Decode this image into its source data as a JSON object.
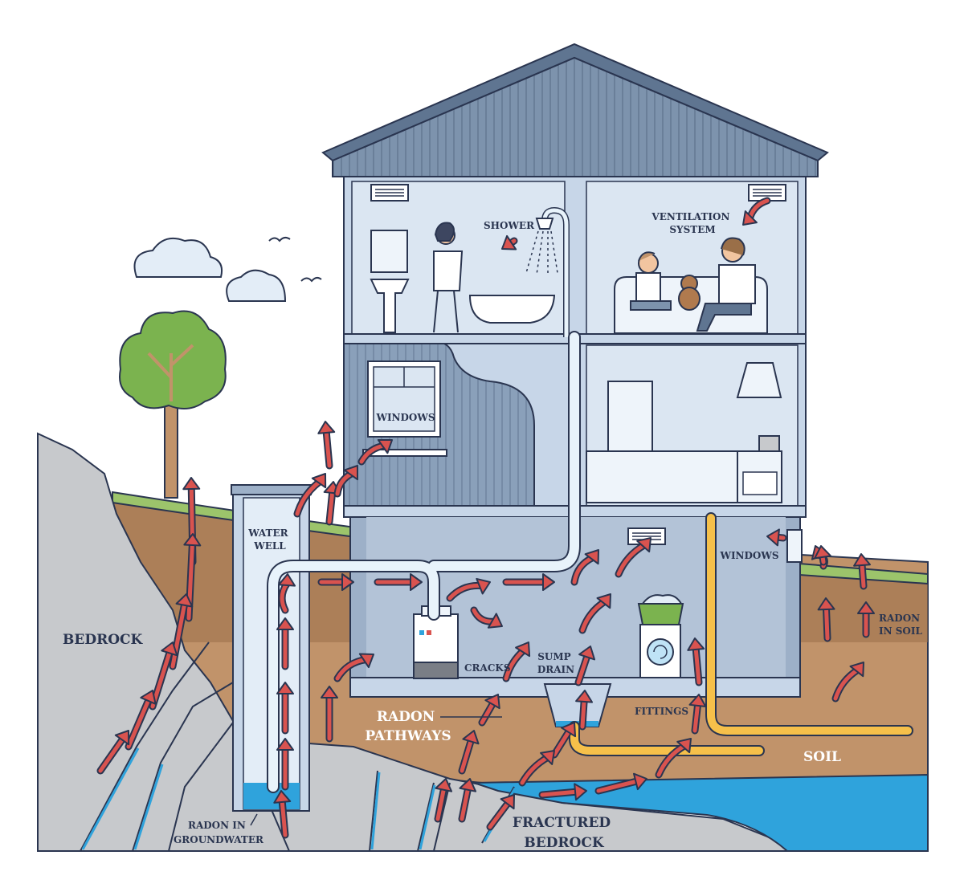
{
  "labels": {
    "shower": "SHOWER",
    "ventilation_line1": "VENTILATION",
    "ventilation_line2": "SYSTEM",
    "windows_upper": "WINDOWS",
    "windows_lower": "WINDOWS",
    "water_well_line1": "WATER",
    "water_well_line2": "WELL",
    "cracks": "CRACKS",
    "sump_drain_line1": "SUMP",
    "sump_drain_line2": "DRAIN",
    "fittings": "FITTINGS",
    "radon_pathways_line1": "RADON",
    "radon_pathways_line2": "PATHWAYS",
    "bedrock": "BEDROCK",
    "radon_in_soil_line1": "RADON",
    "radon_in_soil_line2": "IN SOIL",
    "soil": "SOIL",
    "radon_groundwater_line1": "RADON IN",
    "radon_groundwater_line2": "GROUNDWATER",
    "fractured_bedrock_line1": "FRACTURED",
    "fractured_bedrock_line2": "BEDROCK"
  },
  "colors": {
    "arrow_fill": "#d9534f",
    "outline": "#2a3550",
    "roof": "#7d93ad",
    "wall": "#c7d6e8",
    "room": "#dbe6f2",
    "soil": "#c1936a",
    "bedrock": "#c7c9cc",
    "groundwater": "#2fa3dc",
    "grass": "#9cc46b",
    "pipe_water": "#e8f3fb",
    "pipe_yellow": "#f6c04a"
  }
}
